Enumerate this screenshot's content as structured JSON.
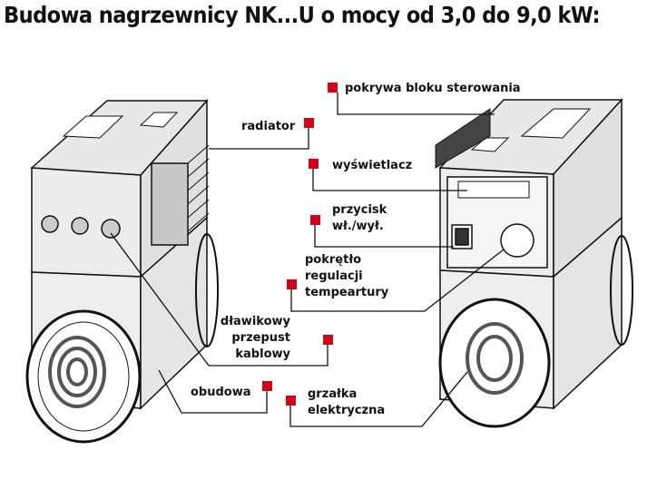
{
  "title": "Budowa nagrzewnicy NK...U o mocy od 3,0 do 9,0 kW:",
  "labels": {
    "pokrywa": "pokrywa bloku sterowania",
    "radiator": "radiator",
    "wyswietlacz": "wyświetlacz",
    "przycisk_1": "przycisk",
    "przycisk_2": "wł./wył.",
    "pokretlo_1": "pokrętło",
    "pokretlo_2": "regulacji",
    "pokretlo_3": "tempeartury",
    "dlawik_1": "dławikowy",
    "dlawik_2": "przepust",
    "dlawik_3": "kablowy",
    "obudowa": "obudowa",
    "grzalka_1": "grzałka",
    "grzalka_2": "elektryczna"
  },
  "colors": {
    "marker": "#d0021b"
  }
}
